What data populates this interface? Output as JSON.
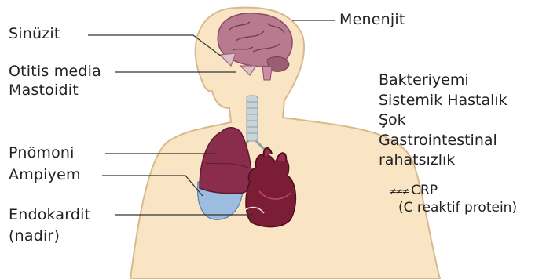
{
  "labels": {
    "sinuzit": "Sinüzit",
    "otitis": "Otitis media",
    "mastoidit": "Mastoidit",
    "menenjit": "Menenjit",
    "pnomoni": "Pnömoni",
    "ampiyem": "Ampiyem",
    "endokardit": "Endokardit",
    "endokardit_note": "(nadir)"
  },
  "systemic": [
    "Bakteriyemi",
    "Sistemik Hastalık",
    "Şok",
    "Gastrointestinal",
    "rahatsızlık"
  ],
  "crp": {
    "marker": "≠≠≠",
    "label": "CRP",
    "expansion": "(C reaktif protein)"
  },
  "colors": {
    "skin": "#f9e5c4",
    "outline": "#d9b98e",
    "brain": "#b87a8e",
    "lung": "#8a2c4b",
    "pleura": "#9dbde0",
    "heart": "#7a1d35",
    "trachea": "#c8d4d8"
  }
}
